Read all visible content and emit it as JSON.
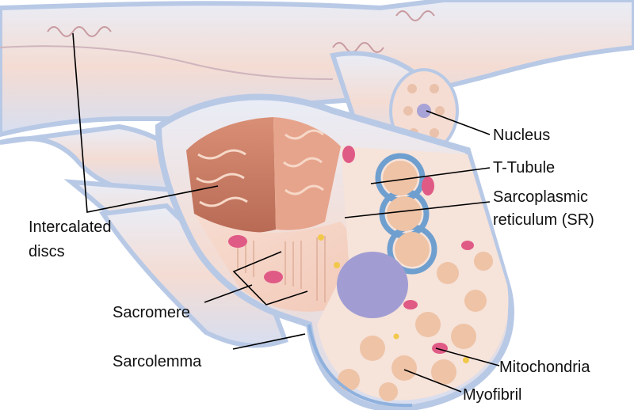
{
  "labels": {
    "nucleus": "Nucleus",
    "t_tubule": "T-Tubule",
    "sr_line1": "Sarcoplasmic",
    "sr_line2": "reticulum (SR)",
    "intercalated_line1": "Intercalated",
    "intercalated_line2": "discs",
    "sacromere": "Sacromere",
    "sarcolemma": "Sarcolemma",
    "mitochondria": "Mitochondria",
    "myofibril": "Myofibril"
  },
  "colors": {
    "background": "#ffffff",
    "sarcolemma_blue": "#b8c9e6",
    "fiber_pink": "#f2d3c8",
    "myofibril": "#eec3a6",
    "mitochondria": "#e05a86",
    "nucleus": "#9f9bd0",
    "t_tubule": "#6f9fcf",
    "intercalated_disc": "#c97a62",
    "leader_line": "#000000"
  }
}
